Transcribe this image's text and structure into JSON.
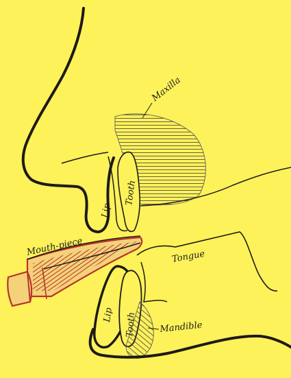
{
  "diagram": {
    "labels": {
      "maxilla": "Maxilla",
      "lip_upper": "Lip",
      "tooth_upper": "Tooth",
      "mouthpiece": "Mouth-piece",
      "tongue": "Tongue",
      "lip_lower": "Lip",
      "tooth_lower": "Tooth",
      "mandible": "Mandible"
    },
    "colors": {
      "background": "#fdf25a",
      "outline": "#1e1a16",
      "mouthpiece_outline": "#b8332a",
      "hatch": "#555049"
    }
  }
}
